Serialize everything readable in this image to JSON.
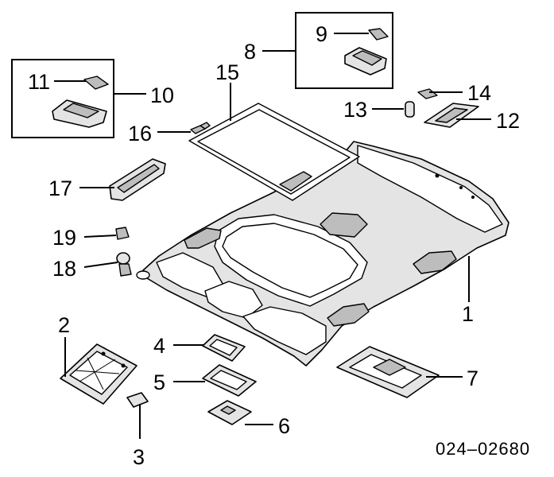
{
  "diagram": {
    "callouts": [
      {
        "id": "1",
        "label": "1"
      },
      {
        "id": "2",
        "label": "2"
      },
      {
        "id": "3",
        "label": "3"
      },
      {
        "id": "4",
        "label": "4"
      },
      {
        "id": "5",
        "label": "5"
      },
      {
        "id": "6",
        "label": "6"
      },
      {
        "id": "7",
        "label": "7"
      },
      {
        "id": "8",
        "label": "8"
      },
      {
        "id": "9",
        "label": "9"
      },
      {
        "id": "10",
        "label": "10"
      },
      {
        "id": "11",
        "label": "11"
      },
      {
        "id": "12",
        "label": "12"
      },
      {
        "id": "13",
        "label": "13"
      },
      {
        "id": "14",
        "label": "14"
      },
      {
        "id": "15",
        "label": "15"
      },
      {
        "id": "16",
        "label": "16"
      },
      {
        "id": "17",
        "label": "17"
      },
      {
        "id": "18",
        "label": "18"
      },
      {
        "id": "19",
        "label": "19"
      }
    ],
    "diagram_code": "024–02680"
  }
}
